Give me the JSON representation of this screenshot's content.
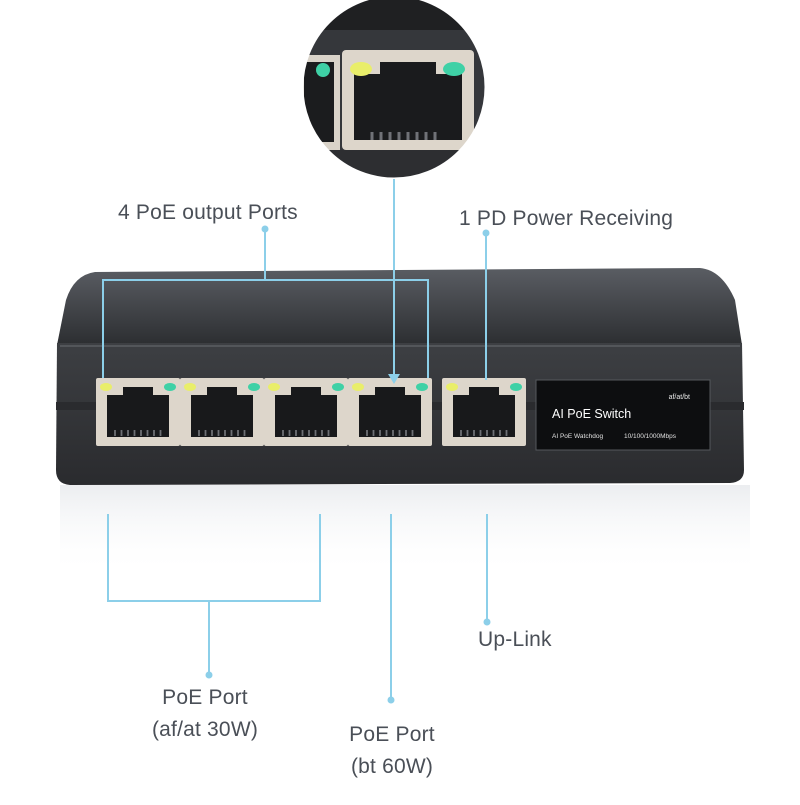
{
  "colors": {
    "callout_line": "#8ccfe9",
    "led_yellow": "#e9ee6a",
    "led_green": "#3fd1a6",
    "switch_body": "#3a3c40",
    "label_text": "#4a4f57"
  },
  "callouts": {
    "poe_output": "4 PoE output Ports",
    "pd_receiving": "1 PD Power Receiving",
    "uplink": "Up-Link",
    "poe_port_30w_line1": "PoE Port",
    "poe_port_30w_line2": "(af/at 30W)",
    "poe_port_60w_line1": "PoE Port",
    "poe_port_60w_line2": "(bt 60W)"
  },
  "device_label": {
    "standard": "af/at/bt",
    "name": "AI PoE Switch",
    "feature": "AI PoE Watchdog",
    "speed": "10/100/1000Mbps"
  },
  "ports": {
    "poe_output_count": 4,
    "uplink_count": 1
  },
  "icons": [
    "rj45-port-icon",
    "led-indicator-icon",
    "zoom-magnifier-icon"
  ]
}
